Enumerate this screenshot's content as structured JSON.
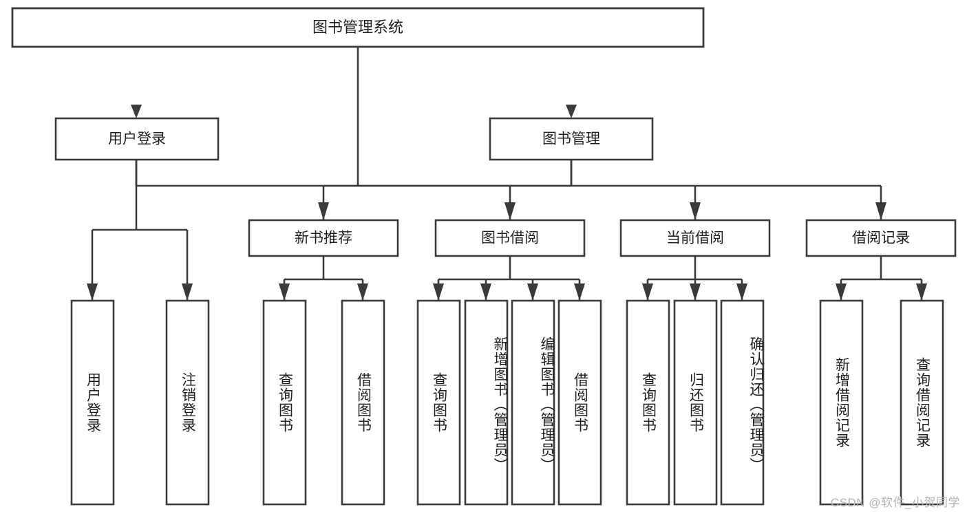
{
  "diagram": {
    "type": "hierarchy-tree",
    "title": "图书管理系统",
    "watermark": "CSDN @软件_小贺同学",
    "colors": {
      "stroke": "#3a3a3a",
      "fill": "#ffffff",
      "text": "#1f1f1f",
      "watermark": "#b4b4b4"
    },
    "levels": {
      "root_label": "图书管理系统",
      "level1": [
        {
          "label": "用户登录"
        },
        {
          "label": "图书管理"
        }
      ],
      "level2": [
        {
          "label": "新书推荐"
        },
        {
          "label": "图书借阅"
        },
        {
          "label": "当前借阅"
        },
        {
          "label": "借阅记录"
        }
      ]
    },
    "nodes": {
      "root": "图书管理系统",
      "user_login": "用户登录",
      "book_manage": "图书管理",
      "new_book_rec": "新书推荐",
      "book_borrow": "图书借阅",
      "current_borrow": "当前借阅",
      "borrow_record": "借阅记录"
    },
    "leaves": {
      "user_login": [
        "用户登录",
        "注销登录"
      ],
      "new_book_rec": [
        "查询图书",
        "借阅图书"
      ],
      "book_borrow": [
        "查询图书",
        "新增图书（管理员）",
        "编辑图书（管理员）",
        "借阅图书"
      ],
      "current_borrow": [
        "查询图书",
        "归还图书",
        "确认归还（管理员）"
      ],
      "borrow_record": [
        "新增借阅记录",
        "查询借阅记录"
      ]
    }
  }
}
